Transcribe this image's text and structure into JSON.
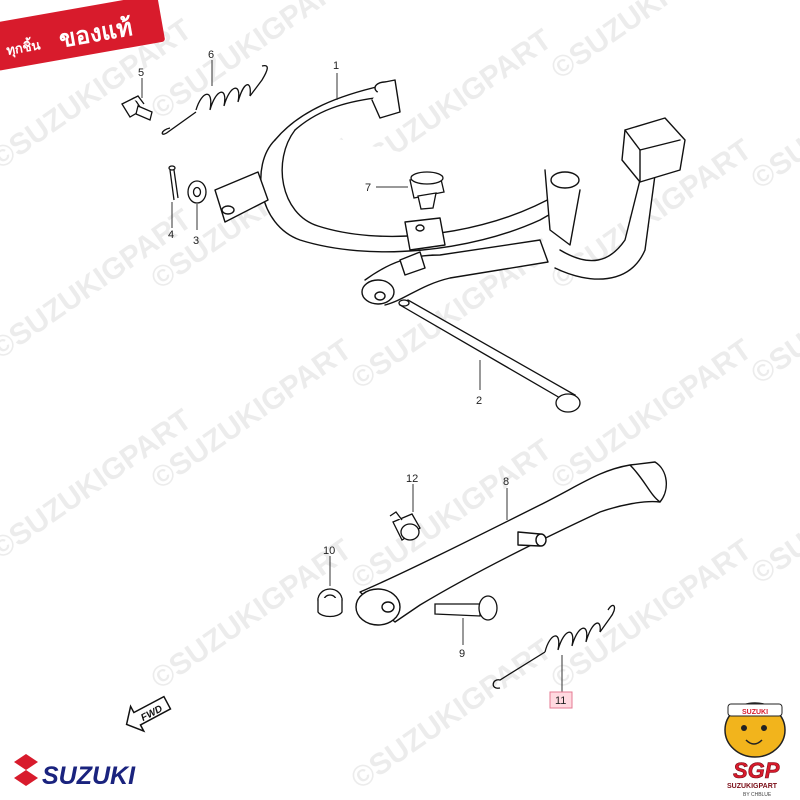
{
  "badge": {
    "small": "ทุกชิ้น",
    "big": "ของแท้",
    "color": "#d81b2c"
  },
  "watermark": "©SUZUKIGPART",
  "callouts": [
    "1",
    "2",
    "3",
    "4",
    "5",
    "6",
    "7",
    "8",
    "9",
    "10",
    "11",
    "12"
  ],
  "highlighted_callout": "11",
  "fwd_label": "FWD",
  "brand": {
    "name": "SUZUKI",
    "color": "#1a237e",
    "accent": "#d81b2c"
  },
  "mascot": {
    "headband": "SUZUKI",
    "initials": "SGP",
    "caption": "SUZUKIGPART",
    "sub": "BY CHBLUE",
    "color": "#f2b41c"
  }
}
